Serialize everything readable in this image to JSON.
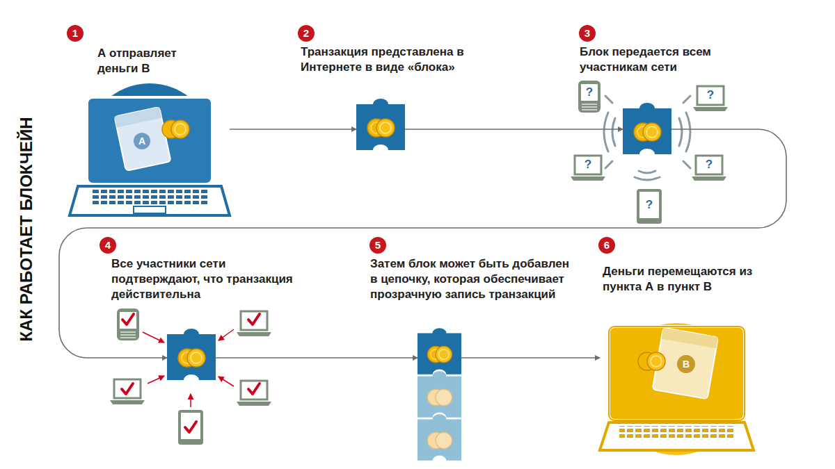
{
  "diagram": {
    "title": "КАК РАБОТАЕТ БЛОКЧЕЙН",
    "nodes": [
      {
        "text": [
          "1",
          "А отправляет деньги В"
        ]
      },
      {
        "text": [
          "2",
          "Транзакция представлена в Интернете в виде «блока»"
        ]
      },
      {
        "text": [
          "3",
          "Блок передается всем участникам сети"
        ]
      },
      {
        "text": [
          "4",
          "Все участники сети подтверждают, что транзакция действительна"
        ]
      },
      {
        "text": [
          "5",
          "Затем блок может быть добавлен в цепочку, которая обеспечивает прозрачную запись транзакций"
        ]
      },
      {
        "text": [
          "6",
          "Деньги перемещаются из пункта А в пункт В"
        ]
      }
    ],
    "edges": [
      {
        "from": 0,
        "to": 1,
        "arrow": "to"
      },
      {
        "from": 1,
        "to": 2,
        "arrow": "to"
      },
      {
        "from": 2,
        "to": 3,
        "arrow": "to"
      },
      {
        "from": 3,
        "to": 4,
        "arrow": "to"
      },
      {
        "from": 4,
        "to": 5,
        "arrow": "to"
      }
    ],
    "labels": [
      "A",
      "?",
      "?",
      "?",
      "?",
      "?",
      "B"
    ]
  }
}
